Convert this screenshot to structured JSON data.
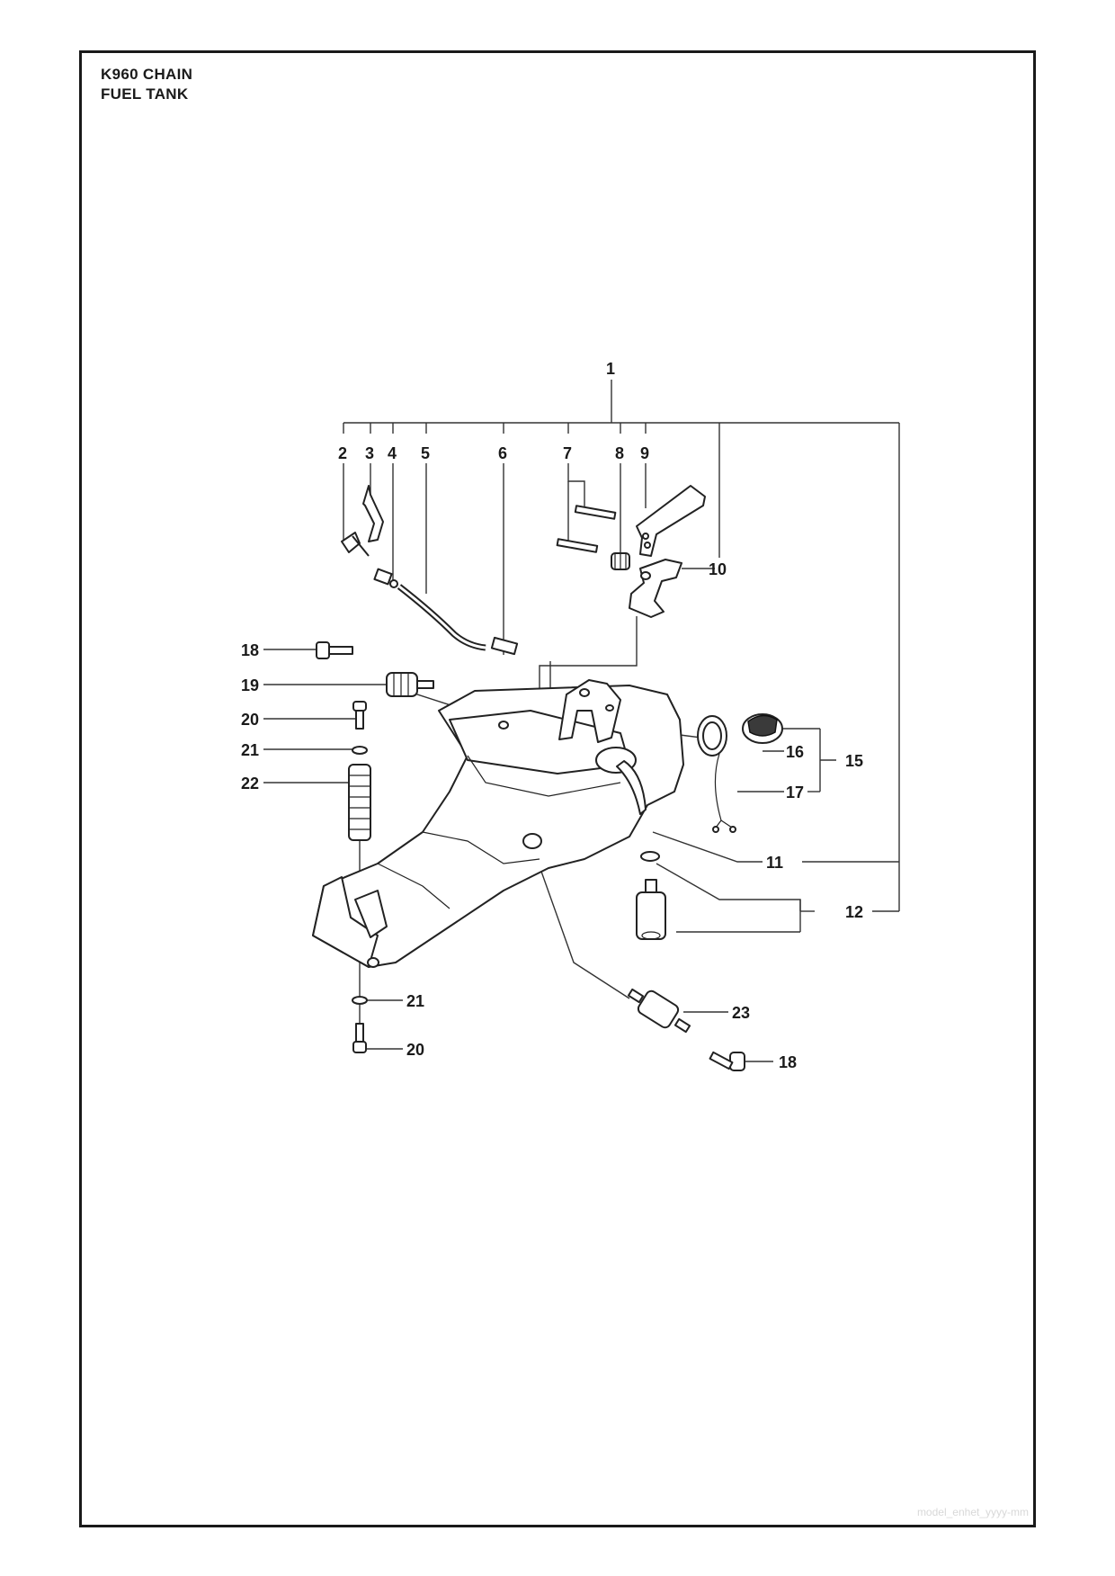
{
  "title": {
    "line1": "K960 CHAIN",
    "line2": "FUEL TANK"
  },
  "callouts": {
    "c1": "1",
    "c2": "2",
    "c3": "3",
    "c4": "4",
    "c5": "5",
    "c6": "6",
    "c7": "7",
    "c8": "8",
    "c9": "9",
    "c10": "10",
    "c11": "11",
    "c12": "12",
    "c15": "15",
    "c16": "16",
    "c17": "17",
    "c18a": "18",
    "c18b": "18",
    "c19": "19",
    "c20a": "20",
    "c20b": "20",
    "c21a": "21",
    "c21b": "21",
    "c22": "22",
    "c23": "23"
  },
  "footer": "model_enhet_yyyy-mm"
}
